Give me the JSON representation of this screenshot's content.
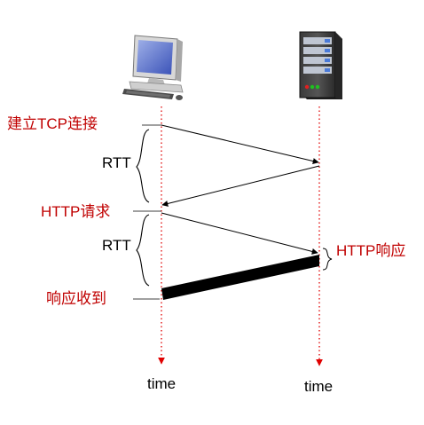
{
  "labels": {
    "establish_tcp": "建立TCP连接",
    "http_request": "HTTP请求",
    "http_response": "HTTP响应",
    "response_received": "响应收到",
    "rtt_first": "RTT",
    "rtt_second": "RTT",
    "time_client": "time",
    "time_server": "time"
  },
  "icons": {
    "client": "desktop-computer-icon",
    "server": "server-tower-icon"
  },
  "colors": {
    "accent_red": "#c00000",
    "line": "#000000",
    "timeline": "#e00000"
  }
}
